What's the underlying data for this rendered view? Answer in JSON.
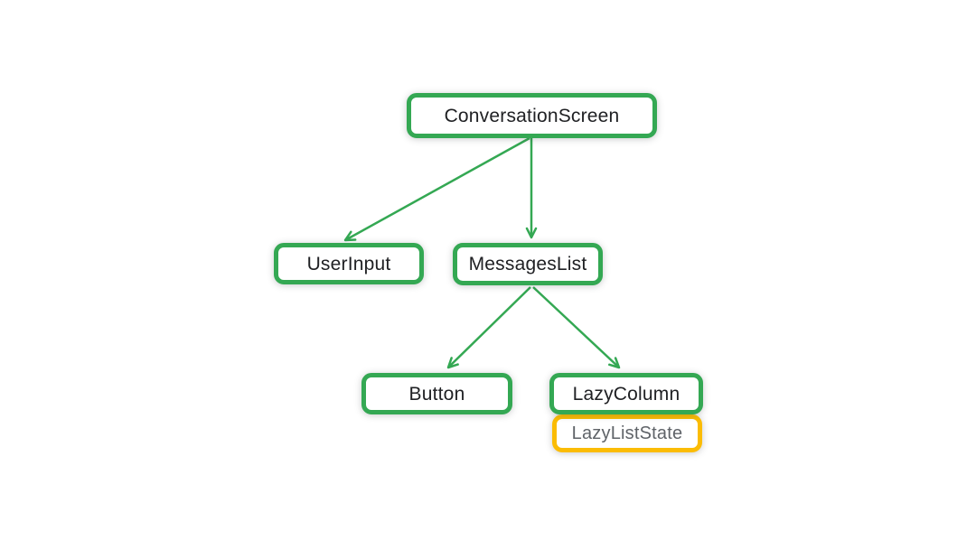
{
  "diagram": {
    "type": "component-tree",
    "nodes": {
      "conversation_screen": {
        "label": "ConversationScreen",
        "kind": "composable"
      },
      "user_input": {
        "label": "UserInput",
        "kind": "composable"
      },
      "messages_list": {
        "label": "MessagesList",
        "kind": "composable"
      },
      "button": {
        "label": "Button",
        "kind": "composable"
      },
      "lazy_column": {
        "label": "LazyColumn",
        "kind": "composable"
      },
      "lazy_list_state": {
        "label": "LazyListState",
        "kind": "state",
        "attached_to": "LazyColumn"
      }
    },
    "edges": [
      {
        "from": "ConversationScreen",
        "to": "UserInput"
      },
      {
        "from": "ConversationScreen",
        "to": "MessagesList"
      },
      {
        "from": "MessagesList",
        "to": "Button"
      },
      {
        "from": "MessagesList",
        "to": "LazyColumn"
      }
    ]
  },
  "colors": {
    "composable_border": "#34A853",
    "state_border": "#FBBC04",
    "arrow": "#34A853",
    "label_text": "#202124",
    "state_text": "#5F6368",
    "background": "#FFFFFF"
  }
}
